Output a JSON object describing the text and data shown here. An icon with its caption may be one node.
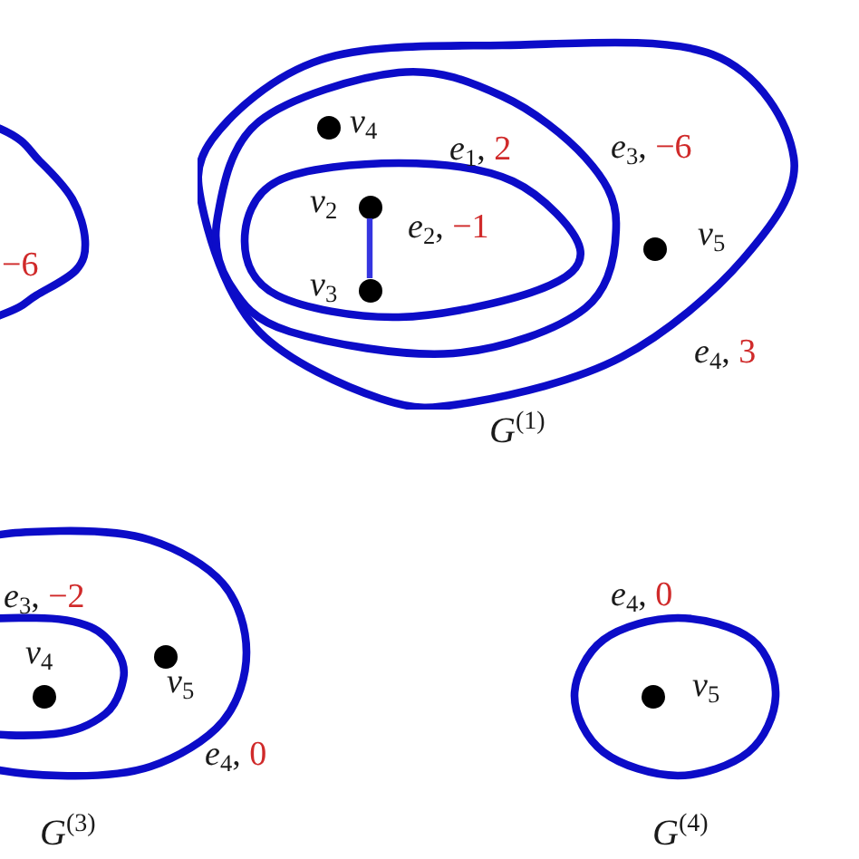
{
  "diagram": {
    "nodes": [
      {
        "text": [
          "−6"
        ]
      },
      {
        "text": [
          "*e*$_{4}$, 3"
        ]
      },
      {
        "text": [
          "*e*$_{3}$, −6"
        ],
        "in": 1
      },
      {
        "text": [],
        "shape": "circle",
        "beside": [
          "*v*$_{4}$"
        ],
        "in": 2
      },
      {
        "text": [
          "*e*$_{1}$, 2"
        ],
        "in": 2
      },
      {
        "text": [],
        "shape": "circle",
        "beside": [
          "*v*$_{2}$"
        ],
        "in": 4
      },
      {
        "text": [],
        "shape": "circle",
        "beside": [
          "*v*$_{3}$"
        ],
        "in": 4
      },
      {
        "text": [],
        "shape": "circle",
        "beside": [
          "*v*$_{5}$"
        ],
        "in": 1
      },
      {
        "text": [
          "*e*$_{4}$, 0"
        ]
      },
      {
        "text": [
          "*e*$_{3}$, −2"
        ],
        "in": 8
      },
      {
        "text": [],
        "shape": "circle",
        "beside": [
          "*v*$_{4}$"
        ],
        "in": 9
      },
      {
        "text": [],
        "shape": "circle",
        "beside": [
          "*v*$_{5}$"
        ],
        "in": 8
      },
      {
        "text": [
          "*e*$_{4}$, 0"
        ]
      },
      {
        "text": [],
        "shape": "circle",
        "beside": [
          "*v*$_{5}$"
        ],
        "in": 12
      }
    ],
    "edges": [
      {
        "from": 5,
        "to": 6,
        "arrow": "none",
        "label": "*e*$_{2}$, −1",
        "color": "#3535e0"
      }
    ],
    "labels": [
      "*G*$^{(1)}$",
      "*G*$^{(3)}$",
      "*G*$^{(4)}$"
    ]
  }
}
